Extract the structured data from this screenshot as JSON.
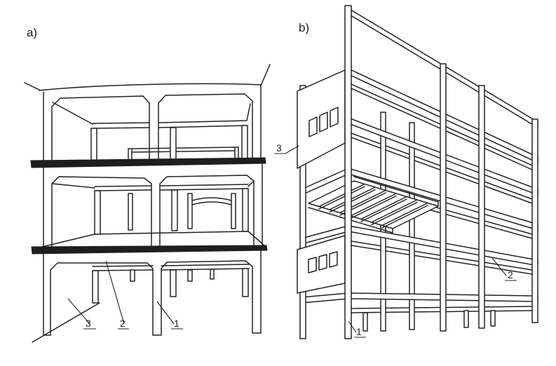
{
  "colors": {
    "line": "#222222",
    "slab": "#1e1e1e",
    "background": "#ffffff"
  },
  "panel_a": {
    "label": "a)",
    "callout_1": "1",
    "callout_2": "2",
    "callout_3": "3"
  },
  "panel_b": {
    "label": "b)",
    "callout_1": "1",
    "callout_2": "2",
    "callout_3": "3"
  }
}
